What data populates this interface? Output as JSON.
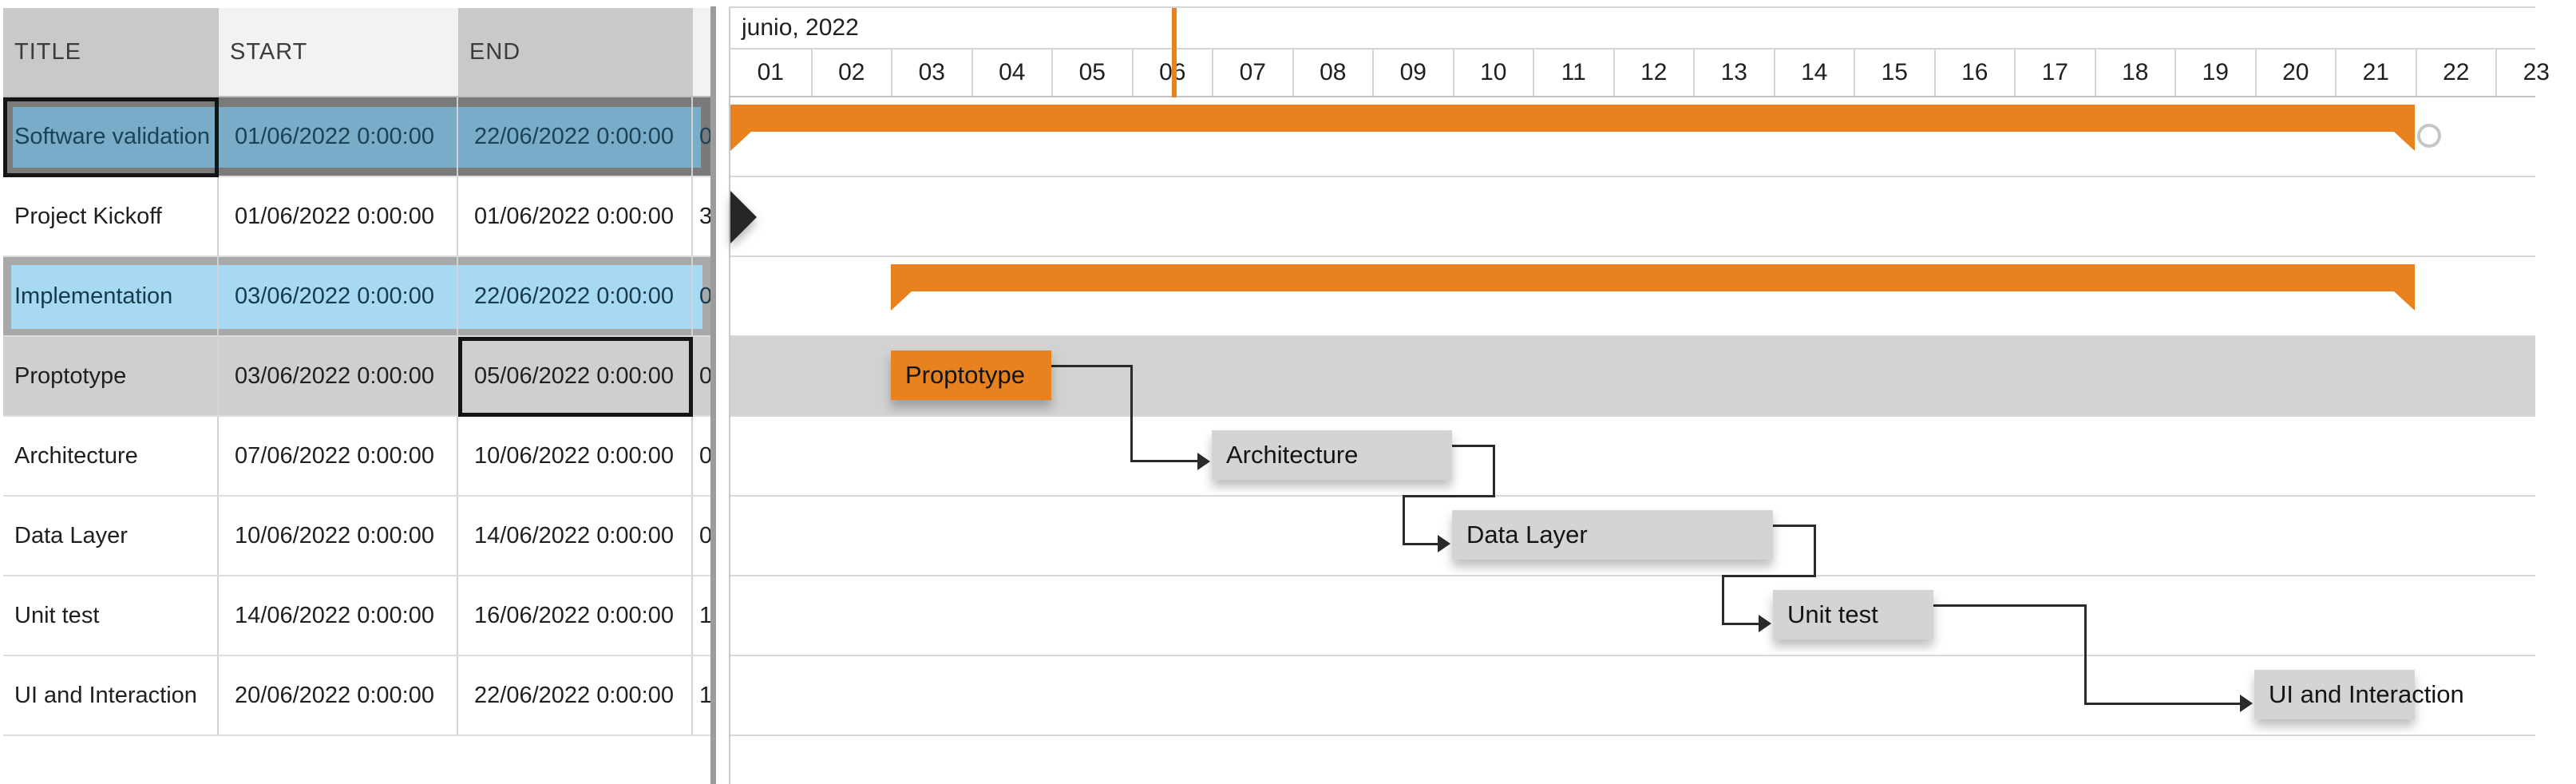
{
  "colors": {
    "accent_orange": "#e8821e",
    "selected_row_fill": "#79acc8",
    "selected_row_band": "#7a7a7a",
    "secondary_selected_fill": "#a7daf2",
    "secondary_selected_band": "#a9a9a9",
    "active_row_fill": "#cfcfcf",
    "taskbar_gray": "#d4d4d4",
    "milestone_black": "#262626"
  },
  "grid": {
    "columns": [
      {
        "label": "TITLE"
      },
      {
        "label": "START"
      },
      {
        "label": "END"
      },
      {
        "label": ""
      }
    ],
    "rows": [
      {
        "title": "Software validation",
        "start": "01/06/2022 0:00:00",
        "end": "22/06/2022 0:00:00",
        "extra": "0",
        "state": "selected-primary"
      },
      {
        "title": "Project Kickoff",
        "start": "01/06/2022 0:00:00",
        "end": "01/06/2022 0:00:00",
        "extra": "3",
        "state": ""
      },
      {
        "title": "Implementation",
        "start": "03/06/2022 0:00:00",
        "end": "22/06/2022 0:00:00",
        "extra": "0",
        "state": "selected-secondary"
      },
      {
        "title": "Proptotype",
        "start": "03/06/2022 0:00:00",
        "end": "05/06/2022 0:00:00",
        "extra": "0",
        "state": "active-focused-end-cell"
      },
      {
        "title": "Architecture",
        "start": "07/06/2022 0:00:00",
        "end": "10/06/2022 0:00:00",
        "extra": "0",
        "state": ""
      },
      {
        "title": "Data Layer",
        "start": "10/06/2022 0:00:00",
        "end": "14/06/2022 0:00:00",
        "extra": "0",
        "state": ""
      },
      {
        "title": "Unit test",
        "start": "14/06/2022 0:00:00",
        "end": "16/06/2022 0:00:00",
        "extra": "1",
        "state": ""
      },
      {
        "title": "UI and Interaction",
        "start": "20/06/2022 0:00:00",
        "end": "22/06/2022 0:00:00",
        "extra": "1",
        "state": ""
      }
    ]
  },
  "timeline": {
    "month_label": "junio, 2022",
    "days": [
      "01",
      "02",
      "03",
      "04",
      "05",
      "06",
      "07",
      "08",
      "09",
      "10",
      "11",
      "12",
      "13",
      "14",
      "15",
      "16",
      "17",
      "18",
      "19",
      "20",
      "21",
      "22",
      "23"
    ]
  },
  "chart_data": {
    "type": "gantt",
    "timescale": {
      "month": "junio, 2022",
      "visible_day_range": [
        1,
        23
      ]
    },
    "today_marker_day": 6.5,
    "tasks": [
      {
        "name": "Software validation",
        "kind": "summary",
        "start": "2022-06-01",
        "end": "2022-06-22"
      },
      {
        "name": "Project Kickoff",
        "kind": "milestone",
        "start": "2022-06-01",
        "end": "2022-06-01"
      },
      {
        "name": "Implementation",
        "kind": "summary",
        "start": "2022-06-03",
        "end": "2022-06-22"
      },
      {
        "name": "Proptotype",
        "kind": "task",
        "start": "2022-06-03",
        "end": "2022-06-05",
        "bar_color": "#e8821e"
      },
      {
        "name": "Architecture",
        "kind": "task",
        "start": "2022-06-07",
        "end": "2022-06-10",
        "bar_color": "#d4d4d4"
      },
      {
        "name": "Data Layer",
        "kind": "task",
        "start": "2022-06-10",
        "end": "2022-06-14",
        "bar_color": "#d4d4d4"
      },
      {
        "name": "Unit test",
        "kind": "task",
        "start": "2022-06-14",
        "end": "2022-06-16",
        "bar_color": "#d4d4d4"
      },
      {
        "name": "UI and Interaction",
        "kind": "task",
        "start": "2022-06-20",
        "end": "2022-06-22",
        "bar_color": "#d4d4d4"
      }
    ],
    "dependencies": [
      {
        "from": "Proptotype",
        "to": "Architecture",
        "type": "FS"
      },
      {
        "from": "Architecture",
        "to": "Data Layer",
        "type": "FS"
      },
      {
        "from": "Data Layer",
        "to": "Unit test",
        "type": "FS"
      },
      {
        "from": "Unit test",
        "to": "UI and Interaction",
        "type": "FS"
      }
    ]
  }
}
